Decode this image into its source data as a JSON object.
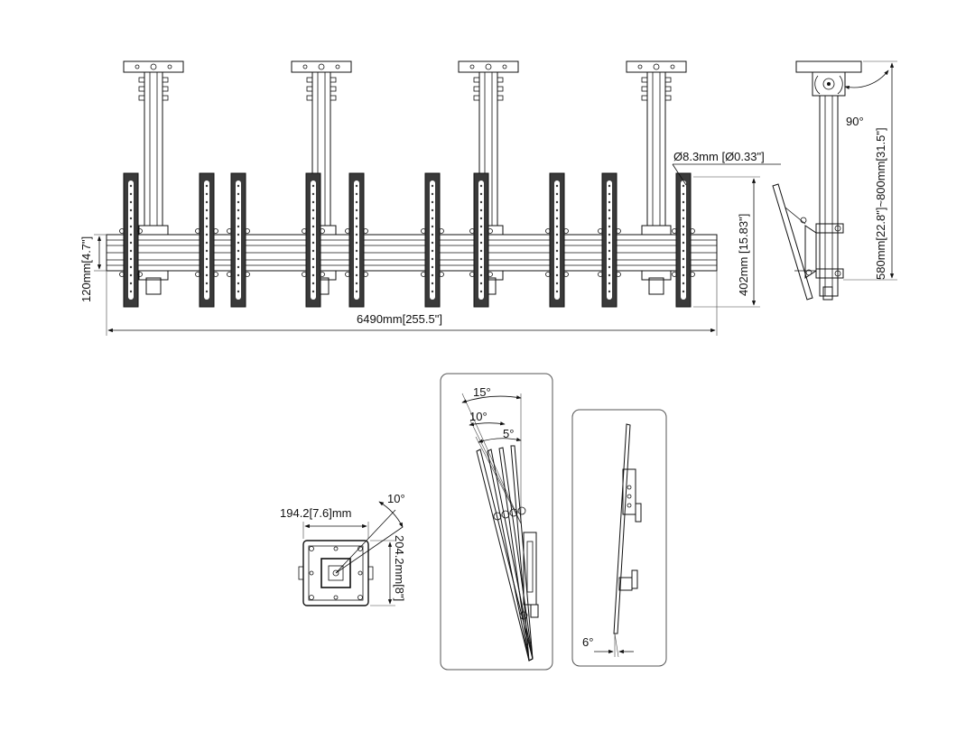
{
  "front_view": {
    "width_label": "6490mm[255.5\"]",
    "rail_height_label": "120mm[4.7\"]",
    "hole_label": "Ø8.3mm [Ø0.33\"]",
    "vertical_label": "402mm [15.83\"]",
    "mount_count": 4,
    "upright_count": 10
  },
  "side_view": {
    "rotation_label": "90°",
    "height_label": "580mm[22.8\"]~800mm[31.5\"]"
  },
  "base_plate": {
    "width_label": "194.2[7.6]mm",
    "height_label": "204.2mm[8\"]",
    "angle_label": "10°"
  },
  "tilt_panel": {
    "angles": [
      "15°",
      "10°",
      "5°"
    ]
  },
  "fine_tilt_panel": {
    "angle_label": "6°"
  }
}
